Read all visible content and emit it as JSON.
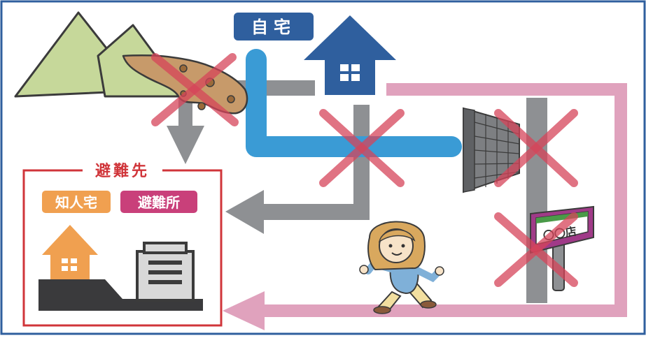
{
  "home": {
    "label": "自宅",
    "label_bg": "#2f5f9e",
    "house_color": "#2f5f9e"
  },
  "shelter": {
    "title": "避難先",
    "frame_color": "#d0353a",
    "acquaintance_label": "知人宅",
    "acquaintance_bg": "#f0a050",
    "evacuation_site_label": "避難所",
    "evacuation_site_bg": "#c9407a"
  },
  "sign": {
    "text": "〇〇店"
  },
  "colors": {
    "gray_route": "#8e9093",
    "blue_route": "#3a9bd5",
    "pink_route": "#e0a2bd",
    "cross": "#d6445a",
    "mountain": "#c6d89a",
    "landslide": "#c79a6a",
    "border": "#2f5f9e"
  },
  "hazards": [
    "landslide",
    "blocked-intersection",
    "collapsed-block-wall",
    "fallen-signboard"
  ]
}
